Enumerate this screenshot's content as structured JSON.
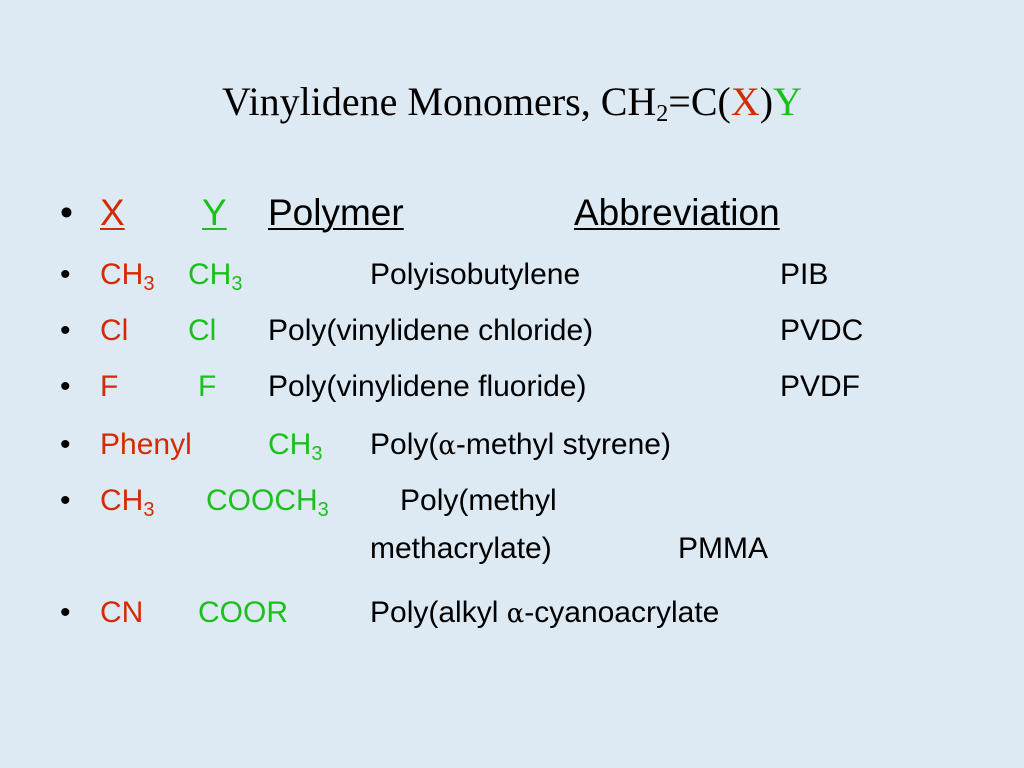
{
  "title": {
    "main": "Vinylidene Monomers,  CH",
    "sub": "2",
    "mid": "=C(",
    "x": "X",
    "close": ")",
    "y": "Y"
  },
  "bullet": "•",
  "header": {
    "x": "X",
    "y": "Y",
    "polymer": "Polymer",
    "abbreviation": "Abbreviation"
  },
  "rows": [
    {
      "x": "CH",
      "x_sub": "3",
      "y": "CH",
      "y_sub": "3",
      "polymer": "Polyisobutylene",
      "abbr": "PIB"
    },
    {
      "x": "Cl",
      "y": "Cl",
      "polymer": "Poly(vinylidene chloride)",
      "abbr": "PVDC"
    },
    {
      "x": "F",
      "y": "F",
      "polymer": "Poly(vinylidene fluoride)",
      "abbr": "PVDF"
    },
    {
      "x": "Phenyl",
      "y": "CH",
      "y_sub": "3",
      "polymer_pre": "Poly(",
      "greek": "α",
      "polymer_post": "-methyl styrene)"
    },
    {
      "x": "CH",
      "x_sub": "3",
      "y": "COOCH",
      "y_sub": "3",
      "polymer_line1": "Poly(methyl",
      "polymer_line2": "methacrylate)",
      "abbr": "PMMA"
    },
    {
      "x": "CN",
      "y": "COOR",
      "polymer_pre": "Poly(alkyl ",
      "greek": "α",
      "polymer_post": "-cyanoacrylate"
    }
  ],
  "colors": {
    "x": "#d42a00",
    "y": "#1cc01c",
    "background": "#dde9f3"
  }
}
